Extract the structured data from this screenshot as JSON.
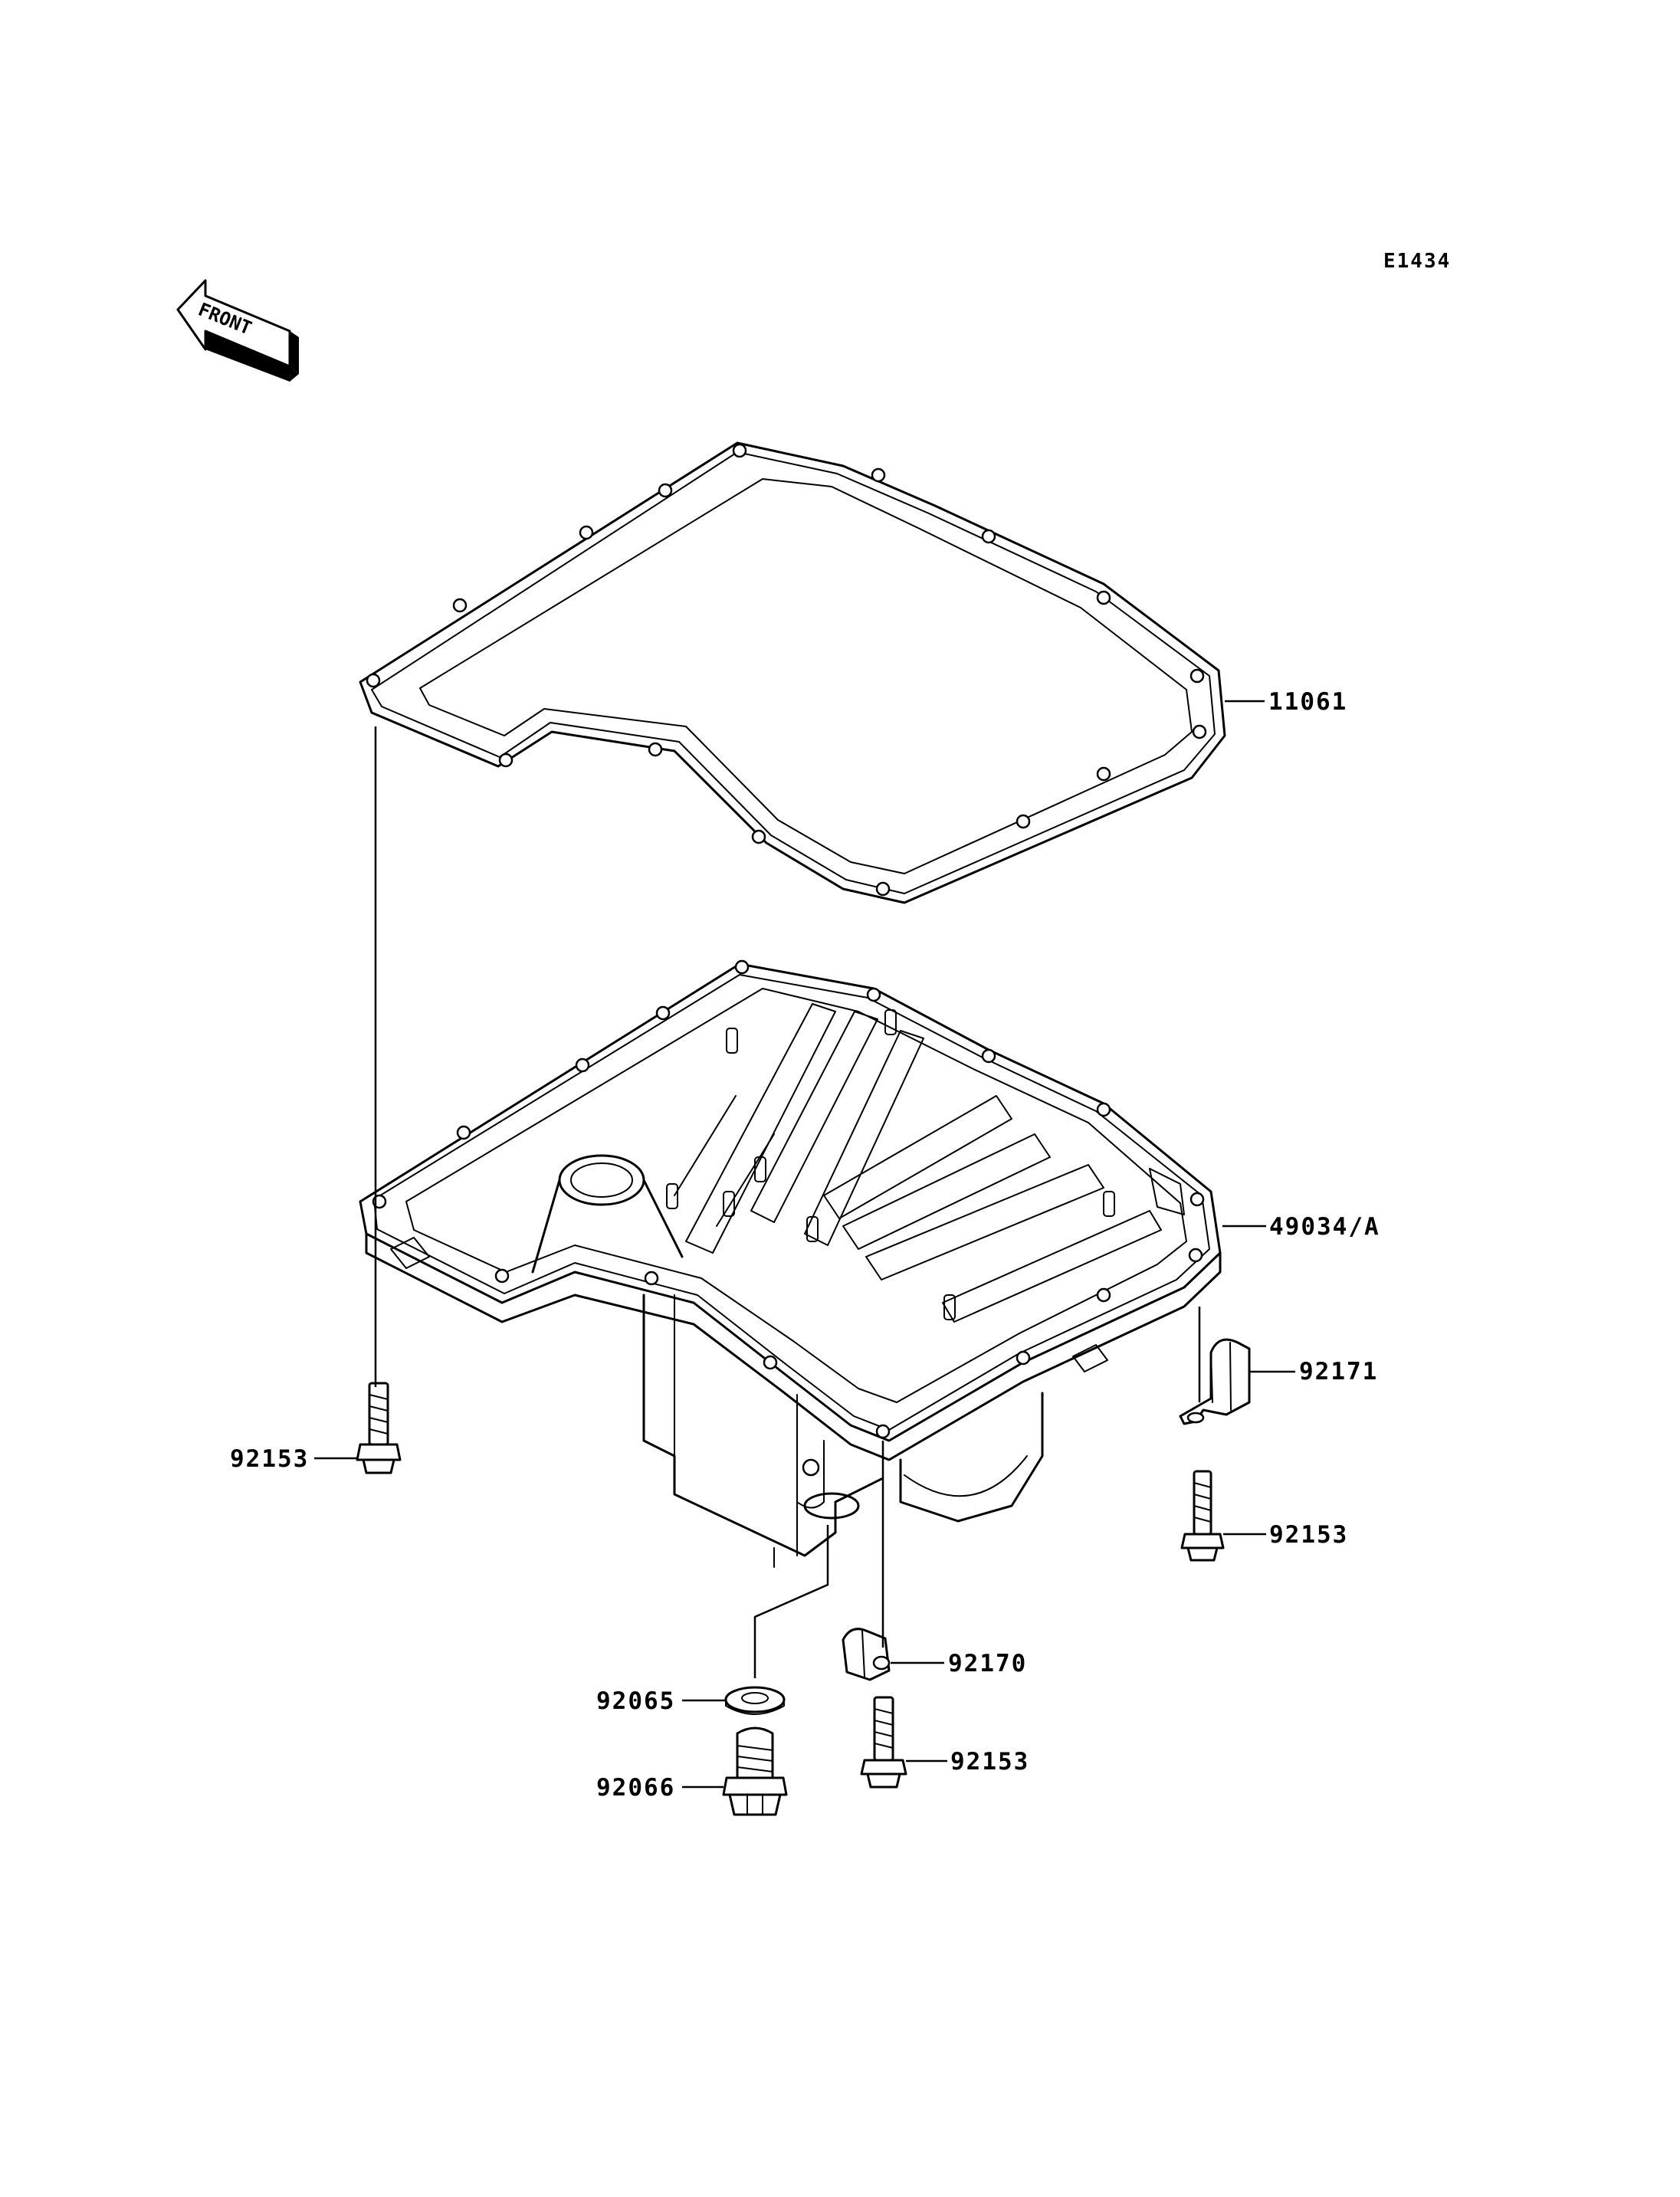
{
  "diagram_code": "E1434",
  "front_label": "FRONT",
  "parts": {
    "gasket": "11061",
    "oil_pan": "49034/A",
    "bolt_left": "92153",
    "clamp_right": "92171",
    "bolt_right": "92153",
    "clamp_lower": "92170",
    "washer": "92065",
    "bolt_lower": "92153",
    "drain_plug": "92066"
  }
}
